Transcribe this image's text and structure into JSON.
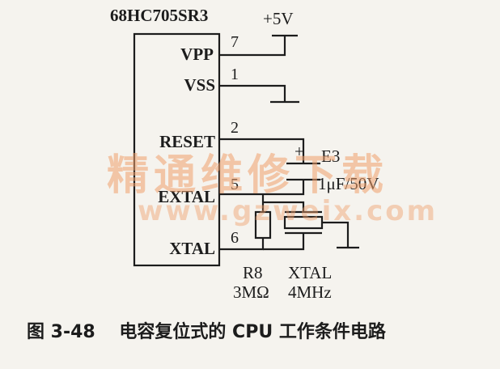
{
  "chip": {
    "part_number": "68HC705SR3",
    "pins": [
      {
        "name": "VPP",
        "number": "7"
      },
      {
        "name": "VSS",
        "number": "1"
      },
      {
        "name": "RESET",
        "number": "2"
      },
      {
        "name": "EXTAL",
        "number": "5"
      },
      {
        "name": "XTAL",
        "number": "6"
      }
    ]
  },
  "supply": {
    "label": "+5V"
  },
  "capacitor": {
    "ref": "E3",
    "value": "1μF/50V",
    "polarity": "+"
  },
  "resistor": {
    "ref": "R8",
    "value": "3MΩ"
  },
  "crystal": {
    "ref": "XTAL",
    "value": "4MHz"
  },
  "watermark": {
    "text_cn": "精通维修下载",
    "url": "www.gzweix.com"
  },
  "caption": {
    "figure": "图 3-48",
    "title": "电容复位式的 CPU 工作条件电路"
  },
  "colors": {
    "ink": "#1c1c1c",
    "paper": "#f5f3ee",
    "watermark": "#f0a06c"
  }
}
